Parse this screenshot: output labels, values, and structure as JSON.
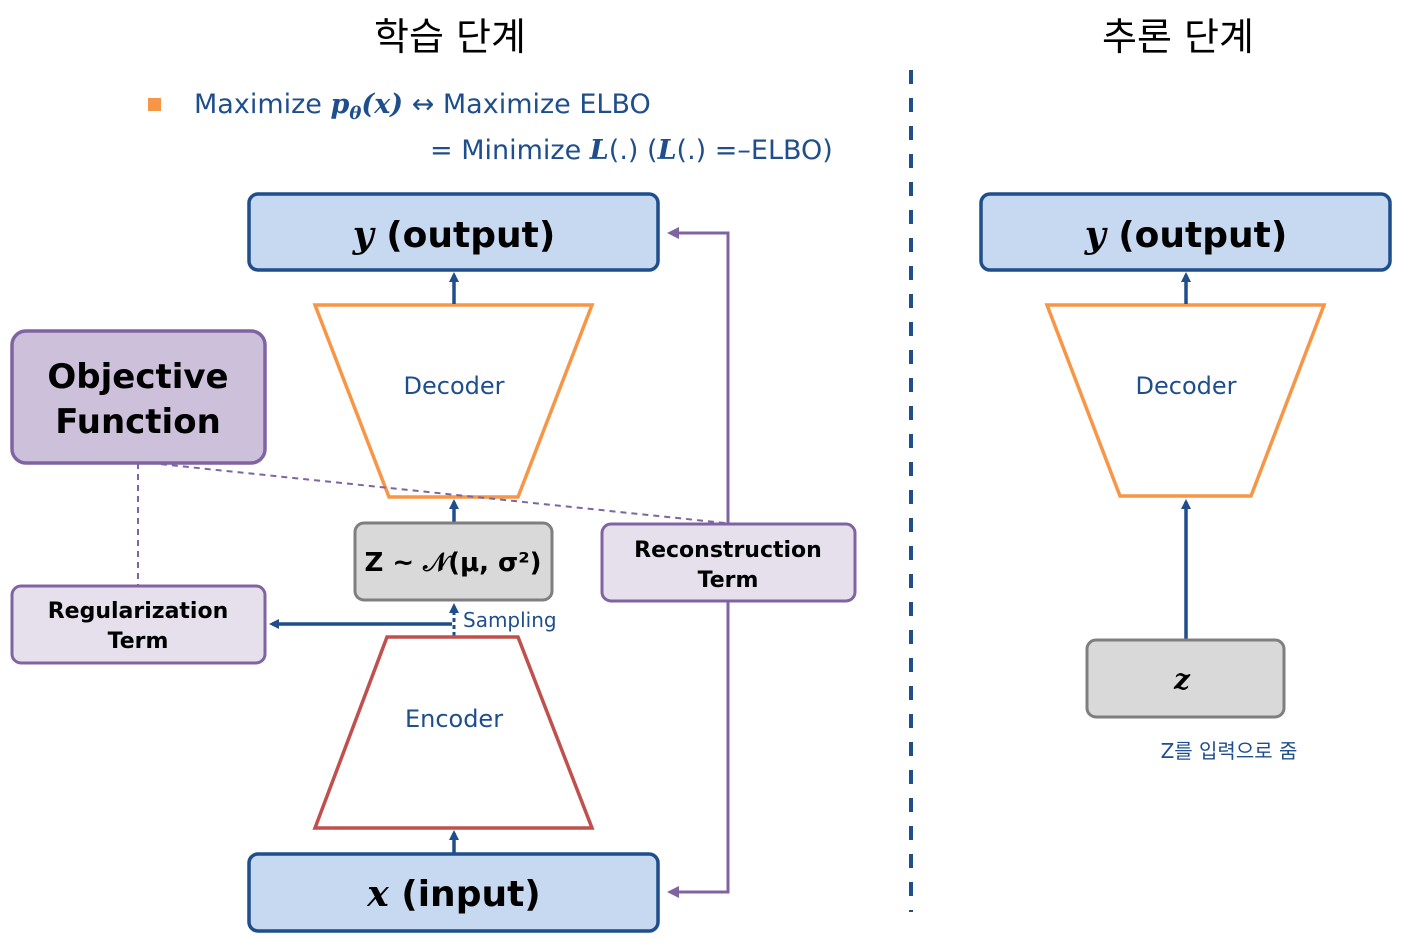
{
  "headings": {
    "training": "학습 단계",
    "inference": "추론 단계"
  },
  "formula": {
    "bullet_color": "#f79646",
    "line1_text": "Maximize",
    "line1_math": "p",
    "line1_sub": "θ",
    "line1_arg": "(x)",
    "line1_rest": "↔ Maximize ELBO",
    "line2_prefix": "= Minimize",
    "line2_L1": "L",
    "line2_mid": "(.) (",
    "line2_L2": "L",
    "line2_suffix": "(.) =–ELBO)"
  },
  "training": {
    "output_var": "y",
    "output_text": "(output)",
    "decoder": "Decoder",
    "latent": "Z ~ 𝒩(μ, σ²)",
    "sampling": "Sampling",
    "encoder": "Encoder",
    "input_var": "x",
    "input_text": "(input)",
    "objective_line1": "Objective",
    "objective_line2": "Function",
    "regularization_line1": "Regularization",
    "regularization_line2": "Term",
    "reconstruction_line1": "Reconstruction",
    "reconstruction_line2": "Term"
  },
  "inference": {
    "output_var": "y",
    "output_text": "(output)",
    "decoder": "Decoder",
    "z_label": "z",
    "z_caption": "Z를 입력으로 줌"
  },
  "colors": {
    "io_fill": "#c6d9f1",
    "io_stroke": "#1f4e8c",
    "decoder_stroke": "#f79646",
    "encoder_stroke": "#c0504d",
    "objective_fill": "#ccc0da",
    "term_fill": "#e6e0ec",
    "purple_stroke": "#8064a2",
    "latent_fill": "#d9d9d9",
    "latent_stroke": "#7f7f7f",
    "arrow": "#1f4e8c"
  }
}
